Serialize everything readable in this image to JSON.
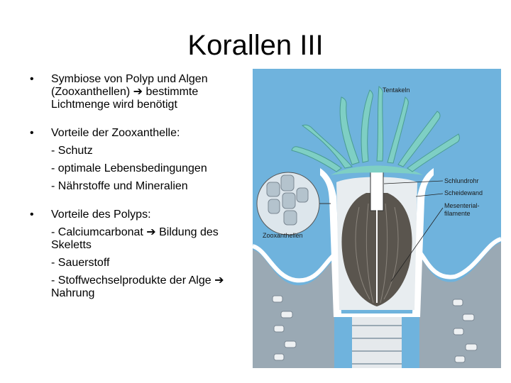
{
  "slide": {
    "title": "Korallen III"
  },
  "bullets": [
    {
      "text_parts": [
        "Symbiose von Polyp und Algen (Zooxanthellen) ",
        "➔",
        " bestimmte Lichtmenge wird benötigt"
      ],
      "subs": []
    },
    {
      "text": "Vorteile der Zooxanthelle:",
      "subs": [
        "- Schutz",
        "- optimale Lebensbedingungen",
        "- Nährstoffe und Mineralien"
      ]
    },
    {
      "text": "Vorteile des Polyps:",
      "subs": [
        "- Calciumcarbonat ➔ Bildung des Skeletts",
        "- Sauerstoff",
        "- Stoffwechselprodukte der Alge ➔ Nahrung"
      ]
    }
  ],
  "figure": {
    "labels": {
      "tentakeln": "Tentakeln",
      "schlundrohr": "Schlundrohr",
      "scheidewand": "Scheidewand",
      "mesenterial_1": "Mesenterial-",
      "mesenterial_2": "filamente",
      "zooxanthellen": "Zooxanthellen"
    },
    "colors": {
      "water": "#6fb3dd",
      "polyp_tissue": "#e8edf0",
      "tentacle": "#7ecfc4",
      "skeleton": "#9aa9b4",
      "gut": "#5a554e"
    }
  }
}
